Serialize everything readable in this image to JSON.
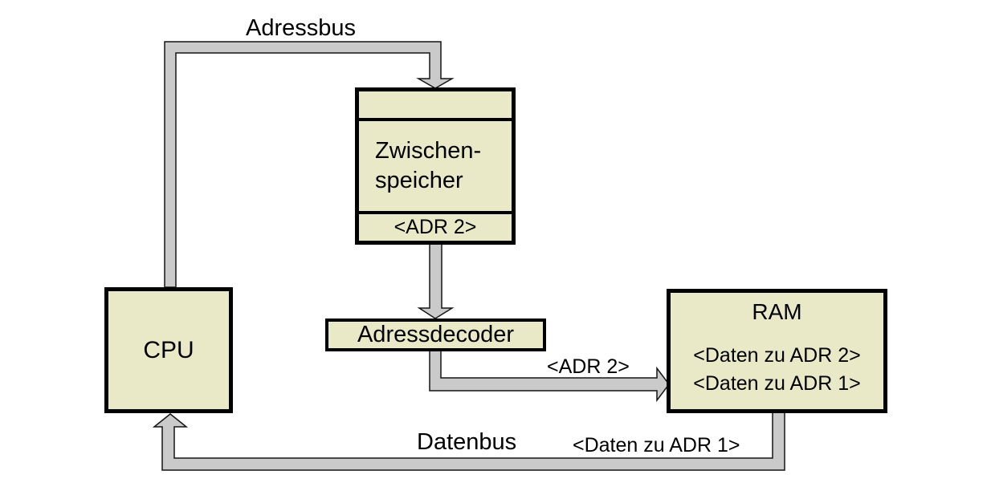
{
  "colors": {
    "background": "#ffffff",
    "box_fill": "#e9e9c8",
    "box_border": "#000000",
    "bus_fill": "#cacaca",
    "bus_outline": "#151515"
  },
  "nodes": {
    "cpu": {
      "label": "CPU"
    },
    "buffer": {
      "lines": [
        "Zwischen-",
        "speicher"
      ],
      "slot": "<ADR 2>"
    },
    "decoder": {
      "label": "Adressdecoder"
    },
    "ram": {
      "title": "RAM",
      "rows": [
        "<Daten zu ADR 2>",
        "<Daten zu ADR 1>"
      ]
    }
  },
  "labels": {
    "adressbus": "Adressbus",
    "adr2_arrow": "<ADR 2>",
    "datenbus": "Datenbus",
    "daten_zu_adr1": "<Daten zu ADR 1>"
  }
}
